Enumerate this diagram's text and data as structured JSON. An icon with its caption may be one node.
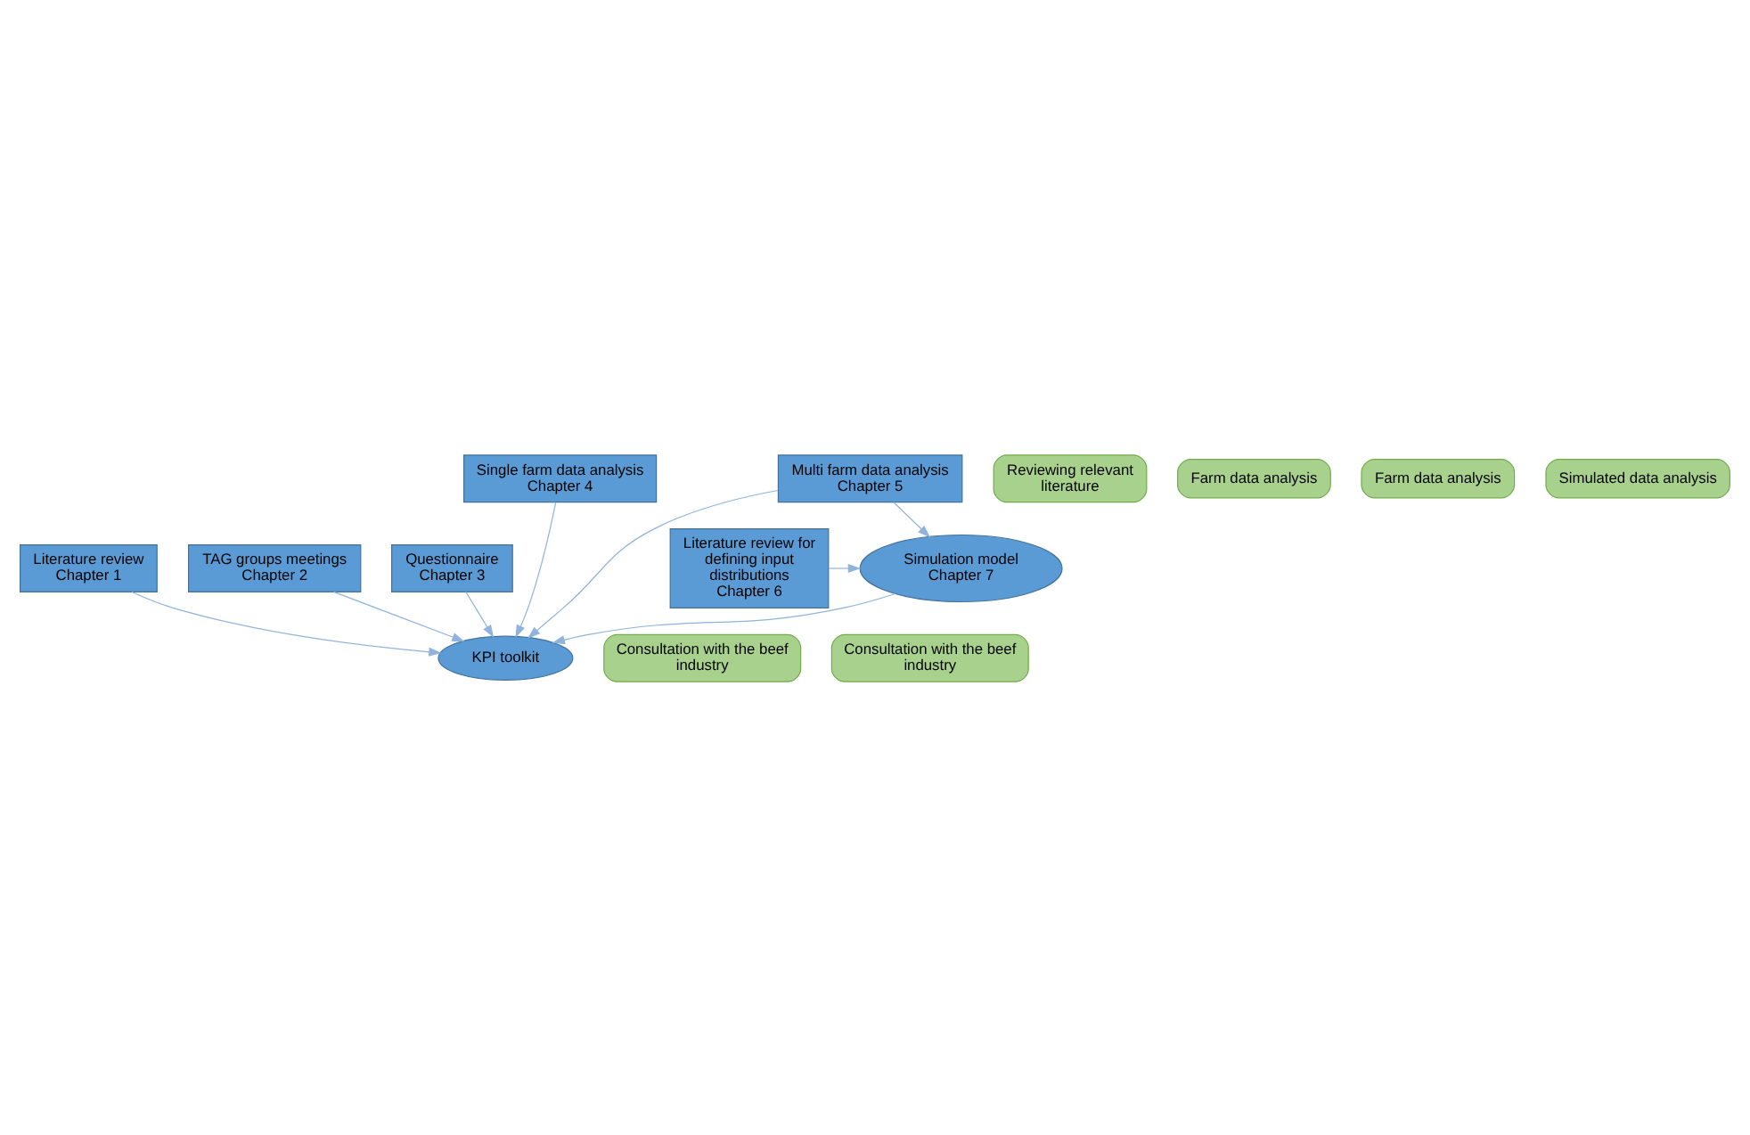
{
  "diagram": {
    "nodes": [
      {
        "text": [
          "Literature review",
          "Chapter 1"
        ]
      },
      {
        "text": [
          "Reviewing relevant literature"
        ]
      },
      {
        "text": [
          "TAG groups meetings",
          "Chapter 2"
        ]
      },
      {
        "text": [
          "Questionnaire",
          "Chapter 3"
        ]
      },
      {
        "text": [
          "Consultation with the beef industry"
        ]
      },
      {
        "text": [
          "KPI toolkit"
        ]
      },
      {
        "text": [
          "Consultation with the beef industry"
        ]
      },
      {
        "text": [
          "Farm data analysis"
        ]
      },
      {
        "text": [
          "Farm data analysis"
        ]
      },
      {
        "text": [
          "Simulated data analysis"
        ]
      },
      {
        "text": [
          "Single farm data analysis",
          "Chapter 4"
        ]
      },
      {
        "text": [
          "Multi farm data analysis",
          "Chapter 5"
        ]
      },
      {
        "text": [
          "Literature review for defining input distributions",
          "Chapter 6"
        ]
      },
      {
        "text": [
          "Simulation model",
          "Chapter 7"
        ]
      }
    ],
    "edges": [
      {
        "from": 0,
        "to": 5,
        "arrow": "to"
      },
      {
        "from": 2,
        "to": 5,
        "arrow": "to"
      },
      {
        "from": 3,
        "to": 5,
        "arrow": "to"
      },
      {
        "from": 10,
        "to": 5,
        "arrow": "to"
      },
      {
        "from": 11,
        "to": 5,
        "arrow": "to"
      },
      {
        "from": 13,
        "to": 5,
        "arrow": "to"
      },
      {
        "from": 12,
        "to": 13,
        "arrow": "to"
      },
      {
        "from": 11,
        "to": 13,
        "arrow": "to"
      }
    ]
  }
}
